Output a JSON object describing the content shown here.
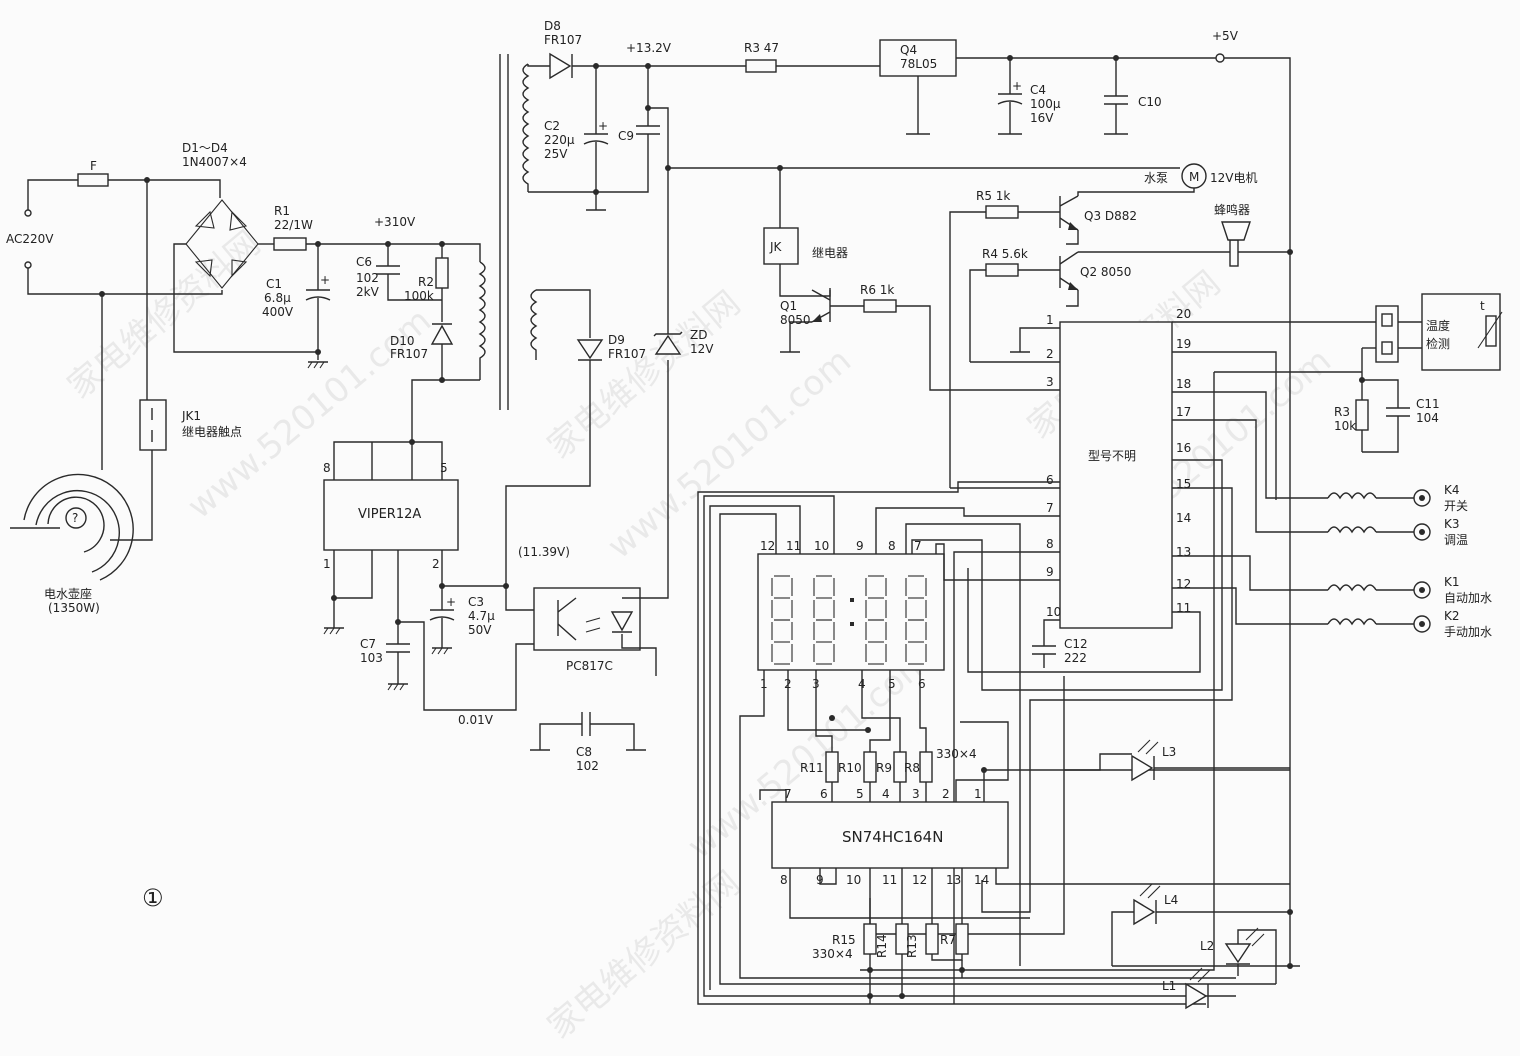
{
  "labels": {
    "ac": "AC220V",
    "fuse": "F",
    "d1d4": "D1～D4",
    "d1d4v": "1N4007×4",
    "r1": "R1",
    "r1v": "22/1W",
    "c1": "C1",
    "c1v1": "6.8μ",
    "c1v2": "400V",
    "v310": "+310V",
    "c6": "C6",
    "c6v1": "102",
    "c6v2": "2kV",
    "r2": "R2",
    "r2v": "100k",
    "d10": "D10",
    "d10v": "FR107",
    "viper": "VIPER12A",
    "p8": "8",
    "p5": "5",
    "p1": "1",
    "p2": "2",
    "c7": "C7",
    "c7v": "103",
    "c3": "C3",
    "c3v1": "4.7μ",
    "c3v2": "50V",
    "v1139": "(11.39V)",
    "v001": "0.01V",
    "pc817": "PC817C",
    "c8": "C8",
    "c8v": "102",
    "d8": "D8",
    "d8v": "FR107",
    "v132": "+13.2V",
    "c2": "C2",
    "c2v1": "220μ",
    "c2v2": "25V",
    "c9": "C9",
    "d9": "D9",
    "d9v": "FR107",
    "zd": "ZD",
    "zdv": "12V",
    "r3": "R3  47",
    "q4": "Q4",
    "q4v": "78L05",
    "c4": "C4",
    "c4v1": "100μ",
    "c4v2": "16V",
    "c10": "C10",
    "v5": "+5V",
    "pump": "水泵",
    "motor_m": "M",
    "motor": "12V电机",
    "jk": "JK",
    "relay": "继电器",
    "q1": "Q1",
    "q1v": "8050",
    "r6": "R6  1k",
    "r5": "R5  1k",
    "q3": "Q3  D882",
    "r4": "R4  5.6k",
    "q2": "Q2  8050",
    "buzzer": "蜂鸣器",
    "mcu": "型号不明",
    "mcu_pins_left": [
      "1",
      "2",
      "3",
      "6",
      "7",
      "8",
      "9",
      "10"
    ],
    "mcu_pins_right": [
      "20",
      "19",
      "18",
      "17",
      "16",
      "15",
      "14",
      "13",
      "12",
      "11"
    ],
    "temp1": "温度",
    "temp2": "检测",
    "temp_t": "t",
    "r3b": "R3",
    "r3bv": "10k",
    "c11": "C11",
    "c11v": "104",
    "c12": "C12",
    "c12v": "222",
    "k4": "K4",
    "k4v": "开关",
    "k3": "K3",
    "k3v": "调温",
    "k1": "K1",
    "k1v": "自动加水",
    "k2": "K2",
    "k2v": "手动加水",
    "disp_top": [
      "12",
      "11",
      "10",
      "9",
      "8",
      "7"
    ],
    "disp_bot": [
      "1",
      "2",
      "3",
      "4",
      "5",
      "6"
    ],
    "r11": "R11",
    "r10": "R10",
    "r9": "R9",
    "r8": "R8",
    "r8x": "330×4",
    "sn": "SN74HC164N",
    "sn_top": [
      "7",
      "6",
      "5",
      "4",
      "3",
      "2",
      "1"
    ],
    "sn_bot": [
      "8",
      "9",
      "10",
      "11",
      "12",
      "13",
      "14"
    ],
    "r15": "R15",
    "r15x": "330×4",
    "r14": "R14",
    "r13": "R13",
    "r7": "R7",
    "l1": "L1",
    "l2": "L2",
    "l3": "L3",
    "l4": "L4",
    "jk1": "JK1",
    "jk1v": "继电器触点",
    "heater": "电水壶座",
    "heaterv": "(1350W)",
    "heater_q": "?",
    "fig": "①",
    "watermark": "家电维修资料网",
    "watermark2": "www.520101.com"
  }
}
